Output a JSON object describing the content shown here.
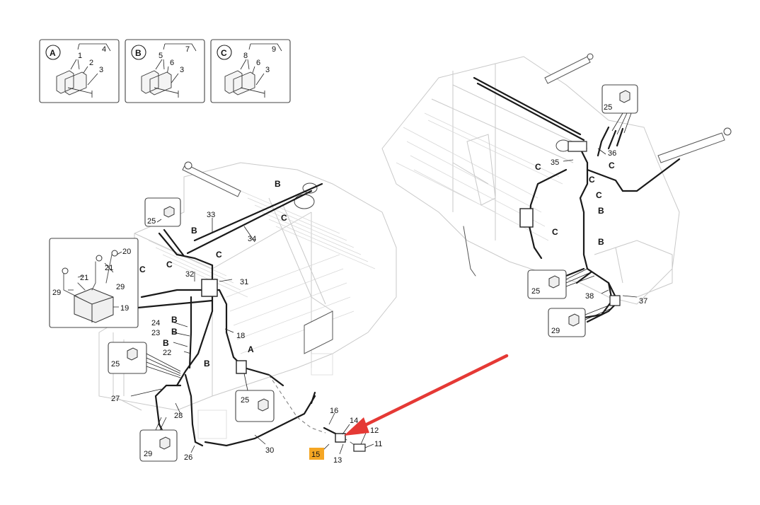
{
  "legend": [
    {
      "letter": "A",
      "nums": [
        "4",
        "1",
        "2",
        "3"
      ]
    },
    {
      "letter": "B",
      "nums": [
        "7",
        "5",
        "6",
        "3"
      ]
    },
    {
      "letter": "C",
      "nums": [
        "9",
        "8",
        "6",
        "3"
      ]
    }
  ],
  "callouts": {
    "c11": "11",
    "c12": "12",
    "c13": "13",
    "c14": "14",
    "c15": "15",
    "c16": "16",
    "c18": "18",
    "c19": "19",
    "c20": "20",
    "c21a": "21",
    "c21b": "21",
    "c22": "22",
    "c23": "23",
    "c24": "24",
    "c25a": "25",
    "c25b": "25",
    "c25c": "25",
    "c25d": "25",
    "c25e": "25",
    "c26": "26",
    "c27": "27",
    "c28": "28",
    "c29a": "29",
    "c29b": "29",
    "c29c": "29",
    "c29d": "29",
    "c30": "30",
    "c31": "31",
    "c32": "32",
    "c33": "33",
    "c34": "34",
    "c35": "35",
    "c36": "36",
    "c37": "37",
    "c38": "38"
  },
  "letters": {
    "A1": "A",
    "B1": "B",
    "B2": "B",
    "B3": "B",
    "B4": "B",
    "B5": "B",
    "B6": "B",
    "B7": "B",
    "B8": "B",
    "C1": "C",
    "C2": "C",
    "C3": "C",
    "C4": "C",
    "C5": "C",
    "C6": "C",
    "C7": "C",
    "C8": "C",
    "C9": "C"
  },
  "colors": {
    "arrow": "#e53935",
    "highlight": "#f5a623"
  }
}
